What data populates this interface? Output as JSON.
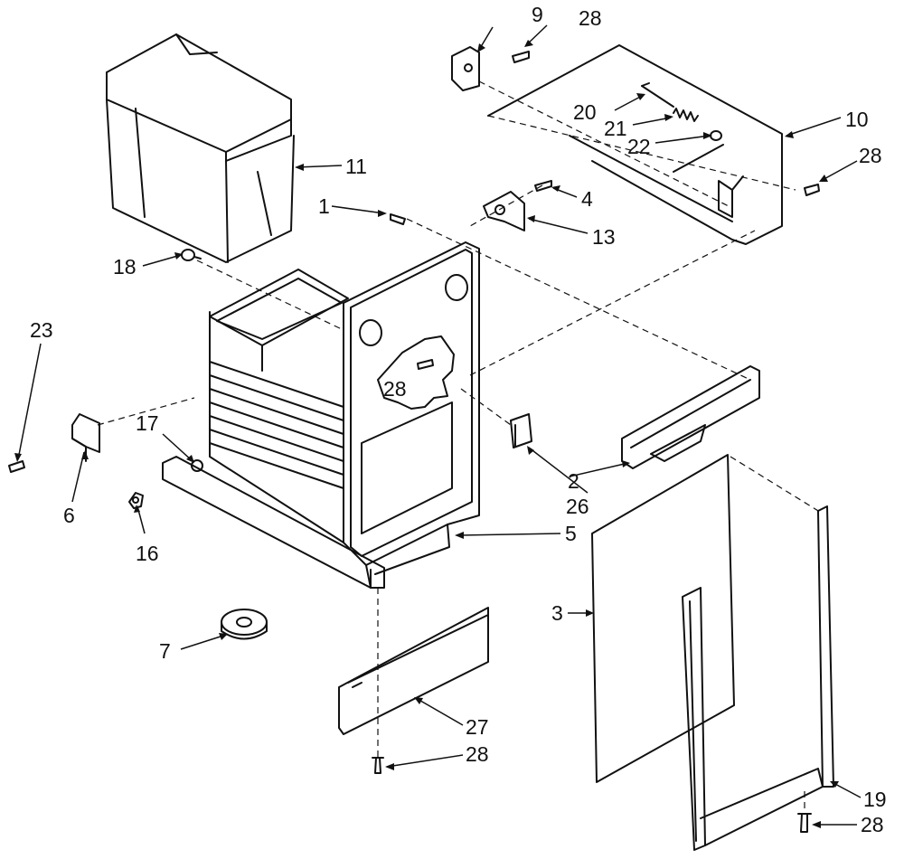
{
  "callouts": [
    {
      "id": "c9",
      "label": "9"
    },
    {
      "id": "c28a",
      "label": "28"
    },
    {
      "id": "c20",
      "label": "20"
    },
    {
      "id": "c21",
      "label": "21"
    },
    {
      "id": "c22",
      "label": "22"
    },
    {
      "id": "c10",
      "label": "10"
    },
    {
      "id": "c28b",
      "label": "28"
    },
    {
      "id": "c11",
      "label": "11"
    },
    {
      "id": "c1",
      "label": "1"
    },
    {
      "id": "c4",
      "label": "4"
    },
    {
      "id": "c13",
      "label": "13"
    },
    {
      "id": "c18",
      "label": "18"
    },
    {
      "id": "c23",
      "label": "23"
    },
    {
      "id": "c28c",
      "label": "28"
    },
    {
      "id": "c17",
      "label": "17"
    },
    {
      "id": "c6",
      "label": "6"
    },
    {
      "id": "c16",
      "label": "16"
    },
    {
      "id": "c2",
      "label": "2"
    },
    {
      "id": "c26",
      "label": "26"
    },
    {
      "id": "c5",
      "label": "5"
    },
    {
      "id": "c3",
      "label": "3"
    },
    {
      "id": "c7",
      "label": "7"
    },
    {
      "id": "c27",
      "label": "27"
    },
    {
      "id": "c28d",
      "label": "28"
    },
    {
      "id": "c19",
      "label": "19"
    },
    {
      "id": "c28e",
      "label": "28"
    }
  ]
}
